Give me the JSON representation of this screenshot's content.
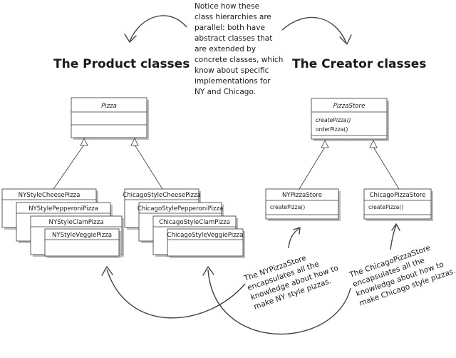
{
  "headings": {
    "product": "The Product classes",
    "creator": "The Creator classes"
  },
  "notes": {
    "parallel": [
      "Notice how these",
      "class hierarchies are",
      "parallel: both have",
      "abstract classes that",
      "are extended by",
      "concrete classes, which",
      "know about specific",
      "implementations for",
      "NY and Chicago."
    ],
    "ny_store": [
      "The NYPizzaStore",
      "encapsulates all the",
      "knowledge about how to",
      "make NY style pizzas."
    ],
    "chicago_store": [
      "The ChicagoPizzaStore",
      "encapsulates all the",
      "knowledge about how to",
      "make Chicago style pizzas."
    ]
  },
  "product": {
    "abstract": {
      "name": "Pizza"
    },
    "ny": [
      "NYStyleCheesePizza",
      "NYStylePepperoniPizza",
      "NYStyleClamPizza",
      "NYStyleVeggiePizza"
    ],
    "chicago": [
      "ChicagoStyleCheesePizza",
      "ChicagoStylePepperoniPizza",
      "ChicagoStyleClamPizza",
      "ChicagoStyleVeggiePizza"
    ]
  },
  "creator": {
    "abstract": {
      "name": "PizzaStore",
      "methods": [
        "createPizza()",
        "orderPizza()"
      ]
    },
    "ny": {
      "name": "NYPizzaStore",
      "methods": [
        "createPizza()"
      ]
    },
    "chicago": {
      "name": "ChicagoPizzaStore",
      "methods": [
        "createPizza()"
      ]
    }
  }
}
